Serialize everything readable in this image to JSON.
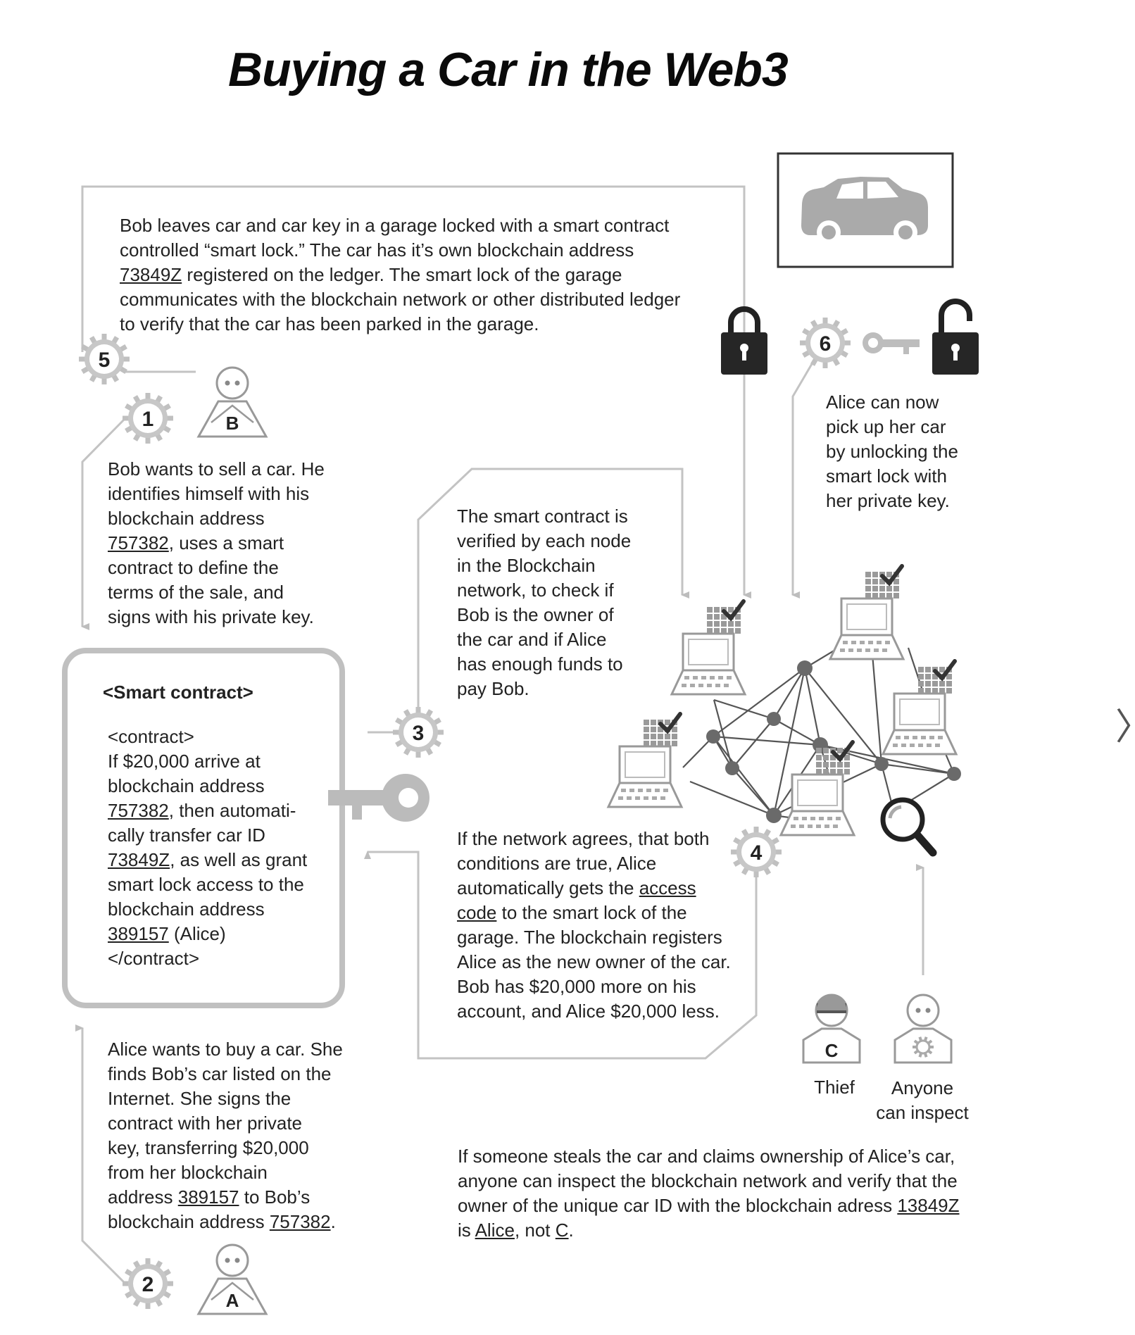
{
  "title": "Buying a Car in the Web3",
  "steps": {
    "s1": "1",
    "s2": "2",
    "s3": "3",
    "s4": "4",
    "s5": "5",
    "s6": "6"
  },
  "persons": {
    "bob": "B",
    "alice": "A",
    "thief": "C"
  },
  "labels": {
    "thief": "Thief",
    "anyone1": "Anyone",
    "anyone2": "can inspect"
  },
  "text": {
    "step5": [
      "Bob leaves car and car key in a garage locked with a smart contract",
      "controlled “smart lock.” The car has it’s own blockchain address",
      "73849Z",
      " registered on the ledger. The smart lock of the garage",
      "communicates with the blockchain network or other distributed ledger",
      "to verify that the car has been parked in the garage."
    ],
    "step1": [
      "Bob wants to sell a car. He",
      "identifies himself with his",
      "blockchain address",
      "757382",
      ", uses a smart",
      "contract to define the",
      "terms of the sale, and",
      "signs with his private key."
    ],
    "step3": [
      "The smart contract is",
      "verified by each node",
      "in the Blockchain",
      "network, to check if",
      "Bob is the owner of",
      "the car and if Alice",
      "has enough funds to",
      "pay Bob."
    ],
    "step6": [
      "Alice can now",
      "pick up her car",
      "by unlocking the",
      "smart lock with",
      "her private key."
    ],
    "contract": {
      "heading": "<Smart contract>",
      "open": "<contract>",
      "l1": "If $20,000  arrive at",
      "l2": "blockchain address",
      "addr1": "757382",
      "l3": ", then automati-",
      "l4": "cally transfer car ID",
      "car": "73849Z",
      "l5": ", as well as grant",
      "l6": "smart lock access to the",
      "l7": "blockchain address",
      "addr2": "389157",
      "l8": " (Alice)",
      "close": "</contract>"
    },
    "step4": [
      "If the network agrees, that both",
      "conditions are true, Alice",
      "automatically gets the ",
      "access",
      "code",
      " to the smart lock of the",
      "garage. The blockchain registers",
      "Alice as the new owner of the car.",
      "Bob has $20,000 more on his",
      "account, and Alice $20,000 less."
    ],
    "step2": [
      "Alice wants to buy a car. She",
      "finds Bob’s car listed on the",
      "Internet. She signs the",
      "contract with her private",
      "key, transferring $20,000",
      "from her blockchain",
      "address ",
      "389157",
      " to Bob’s",
      "blockchain address ",
      "757382",
      "."
    ],
    "inspect": [
      "If someone steals the car and claims ownership of Alice’s car,",
      "anyone can inspect the blockchain network and verify that the",
      "owner of the unique car ID with the blockchain adress ",
      "13849Z",
      "is ",
      "Alice",
      ", not ",
      "C",
      "."
    ]
  },
  "icons": [
    "car-icon",
    "padlock-locked-icon",
    "padlock-unlocked-icon",
    "key-icon",
    "gear-badge-icon",
    "person-icon",
    "laptop-icon",
    "checkmark-icon",
    "magnifier-icon",
    "network-graph",
    "chevron-right-icon"
  ],
  "colors": {
    "ink": "#1e1e1e",
    "arrow": "#bdbdbd",
    "node": "#666666",
    "contract_border": "#bcbcbc"
  },
  "nav": {
    "next": "〉"
  }
}
